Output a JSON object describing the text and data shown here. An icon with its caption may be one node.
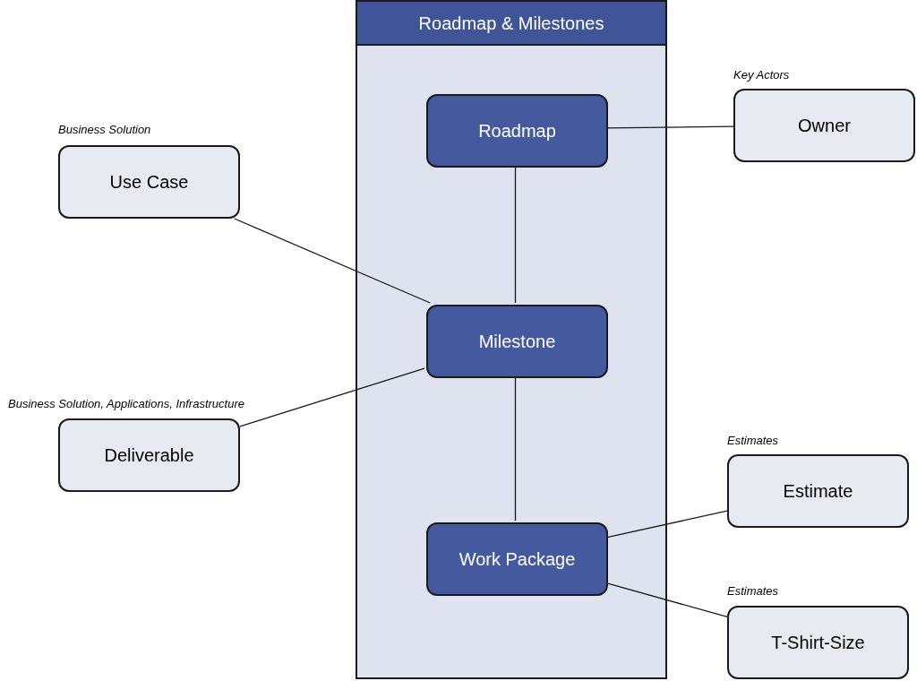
{
  "diagram": {
    "nodes": [
      {
        "text": [
          "Roadmap & Milestones"
        ]
      },
      {
        "text": [
          "Roadmap"
        ],
        "in": 0
      },
      {
        "text": [
          "Milestone"
        ],
        "in": 0
      },
      {
        "text": [
          "Work Package"
        ],
        "in": 0
      },
      {
        "text": [
          "Owner"
        ],
        "beside": [
          "Key Actors"
        ]
      },
      {
        "text": [
          "Use Case"
        ],
        "beside": [
          "Business Solution"
        ]
      },
      {
        "text": [
          "Deliverable"
        ],
        "beside": [
          "Business Solution, Applications, Infrastructure"
        ]
      },
      {
        "text": [
          "Estimate"
        ],
        "beside": [
          "Estimates"
        ]
      },
      {
        "text": [
          "T-Shirt-Size"
        ],
        "beside": [
          "Estimates"
        ]
      }
    ],
    "edges": [
      {
        "from": 1,
        "to": 4,
        "arrow": "none"
      },
      {
        "from": 1,
        "to": 2,
        "arrow": "none"
      },
      {
        "from": 5,
        "to": 2,
        "arrow": "none"
      },
      {
        "from": 6,
        "to": 2,
        "arrow": "none"
      },
      {
        "from": 2,
        "to": 3,
        "arrow": "none"
      },
      {
        "from": 3,
        "to": 7,
        "arrow": "none"
      },
      {
        "from": 3,
        "to": 8,
        "arrow": "none"
      }
    ]
  }
}
